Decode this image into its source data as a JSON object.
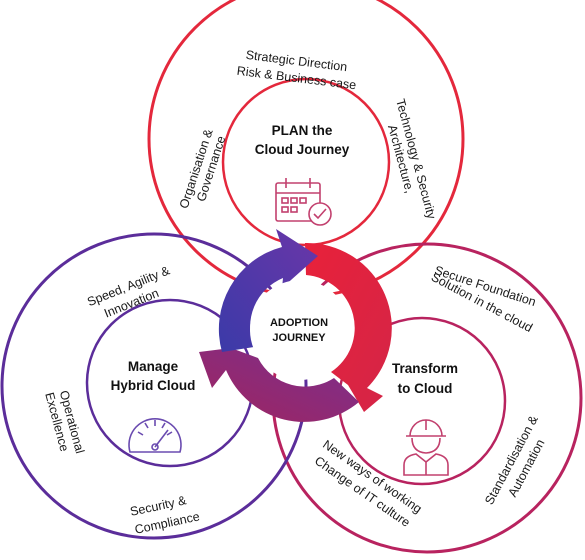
{
  "colors": {
    "plan": "#e4283c",
    "transform": "#b8235f",
    "manage": "#5b2d9a",
    "icon": "#c2406e",
    "manage_icon": "#6a4bb0"
  },
  "center": {
    "line1": "ADOPTION",
    "line2": "JOURNEY"
  },
  "plan": {
    "title_line1": "PLAN the",
    "title_line2": "Cloud Journey",
    "icon": "calendar-check-icon",
    "topic_top_line1": "Strategic Direction",
    "topic_top_line2": "Risk & Business case",
    "topic_left_line1": "Organisation &",
    "topic_left_line2": "Governance",
    "topic_right_line1": "Architecture,",
    "topic_right_line2": "Technology & Security"
  },
  "transform": {
    "title_line1": "Transform",
    "title_line2": "to Cloud",
    "icon": "engineer-icon",
    "topic_top_line1": "Secure Foundation",
    "topic_top_line2": "Solution in the cloud",
    "topic_right_line1": "Standardisation &",
    "topic_right_line2": "Automation",
    "topic_bottom_line1": "New ways of working",
    "topic_bottom_line2": "Change of IT culture"
  },
  "manage": {
    "title_line1": "Manage",
    "title_line2": "Hybrid Cloud",
    "icon": "gauge-icon",
    "topic_top_line1": "Speed, Agility &",
    "topic_top_line2": "Innovation",
    "topic_left_line1": "Operational",
    "topic_left_line2": "Excellence",
    "topic_bottom_line1": "Security &",
    "topic_bottom_line2": "Compliance"
  }
}
